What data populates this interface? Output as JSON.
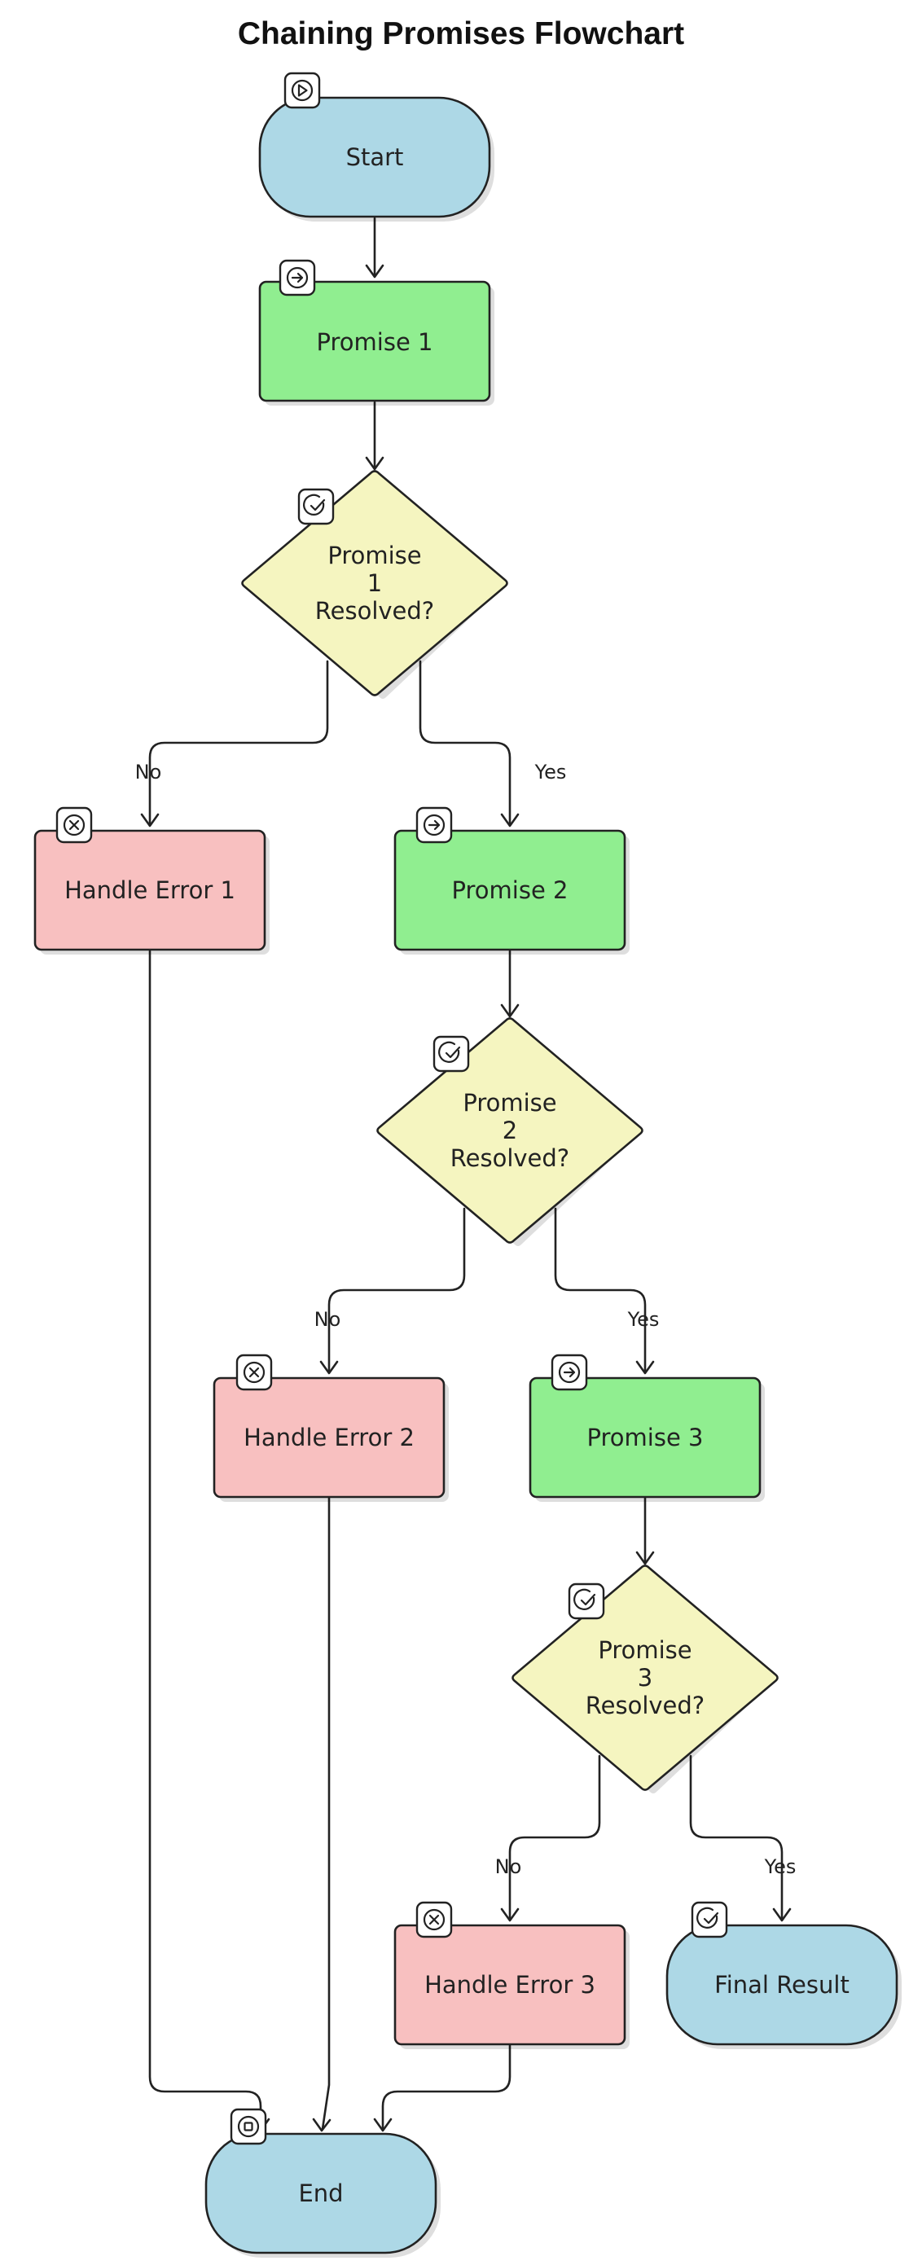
{
  "title": "Chaining Promises Flowchart",
  "colors": {
    "terminal": "#add8e6",
    "process": "#90ee90",
    "decision": "#f5f5c0",
    "error": "#f8c0c0",
    "stroke": "#222222"
  },
  "nodes": {
    "start": {
      "text": "Start",
      "icon": "play-icon"
    },
    "promise1": {
      "text": "Promise 1",
      "icon": "arrow-right-icon"
    },
    "check1": {
      "lines": [
        "Promise",
        "1",
        "Resolved?"
      ],
      "icon": "check-circle-icon"
    },
    "error1": {
      "text": "Handle Error 1",
      "icon": "x-circle-icon"
    },
    "promise2": {
      "text": "Promise 2",
      "icon": "arrow-right-icon"
    },
    "check2": {
      "lines": [
        "Promise",
        "2",
        "Resolved?"
      ],
      "icon": "check-circle-icon"
    },
    "error2": {
      "text": "Handle Error 2",
      "icon": "x-circle-icon"
    },
    "promise3": {
      "text": "Promise 3",
      "icon": "arrow-right-icon"
    },
    "check3": {
      "lines": [
        "Promise",
        "3",
        "Resolved?"
      ],
      "icon": "check-circle-icon"
    },
    "error3": {
      "text": "Handle Error 3",
      "icon": "x-circle-icon"
    },
    "final": {
      "text": "Final Result",
      "icon": "check-circle-icon"
    },
    "end": {
      "text": "End",
      "icon": "stop-icon"
    }
  },
  "edge_labels": {
    "check1_no": "No",
    "check1_yes": "Yes",
    "check2_no": "No",
    "check2_yes": "Yes",
    "check3_no": "No",
    "check3_yes": "Yes"
  }
}
